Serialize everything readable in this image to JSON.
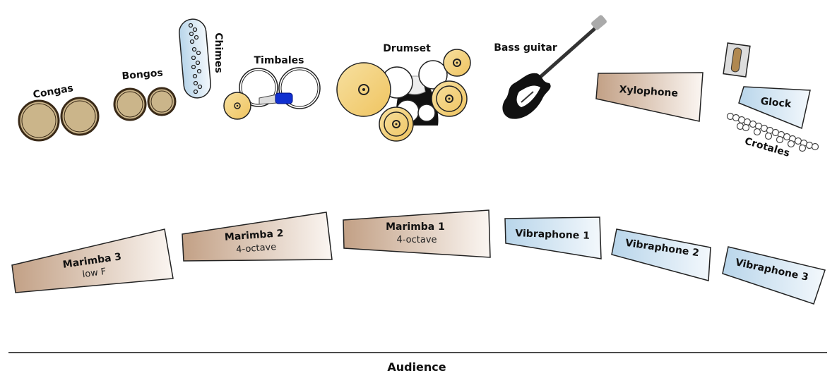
{
  "instruments": {
    "congas": "Congas",
    "bongos": "Bongos",
    "chimes": "Chimes",
    "timbales": "Timbales",
    "drumset": "Drumset",
    "bass_guitar": "Bass guitar",
    "xylophone": "Xylophone",
    "glock": "Glock",
    "crotales": "Crotales",
    "marimba3": {
      "name": "Marimba 3",
      "detail": "low F"
    },
    "marimba2": {
      "name": "Marimba 2",
      "detail": "4-octave"
    },
    "marimba1": {
      "name": "Marimba 1",
      "detail": "4-octave"
    },
    "vibraphone1": "Vibraphone 1",
    "vibraphone2": "Vibraphone 2",
    "vibraphone3": "Vibraphone 3"
  },
  "audience": "Audience",
  "colors": {
    "drum_head": "#cbb58a",
    "cymbal": "#f2cf6e",
    "wood_bar": "#c7a487",
    "metal_bar": "#bcd8ec",
    "timbale_block": "#1030d0"
  }
}
